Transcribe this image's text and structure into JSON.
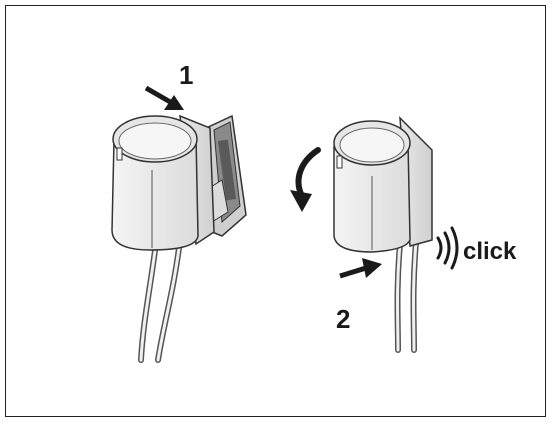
{
  "labels": {
    "step1": "1",
    "step2": "2",
    "click": "click"
  },
  "icons": {
    "push_arrow": "arrow-icon",
    "rotate_arrow": "curved-arrow-icon",
    "sound": "sound-waves-icon"
  },
  "colors": {
    "line": "#3a3a3a",
    "fill_light": "#efefef",
    "fill_mid": "#e2e2e2",
    "fill_dark": "#cfcfcf",
    "arrow": "#1a1a1a"
  }
}
